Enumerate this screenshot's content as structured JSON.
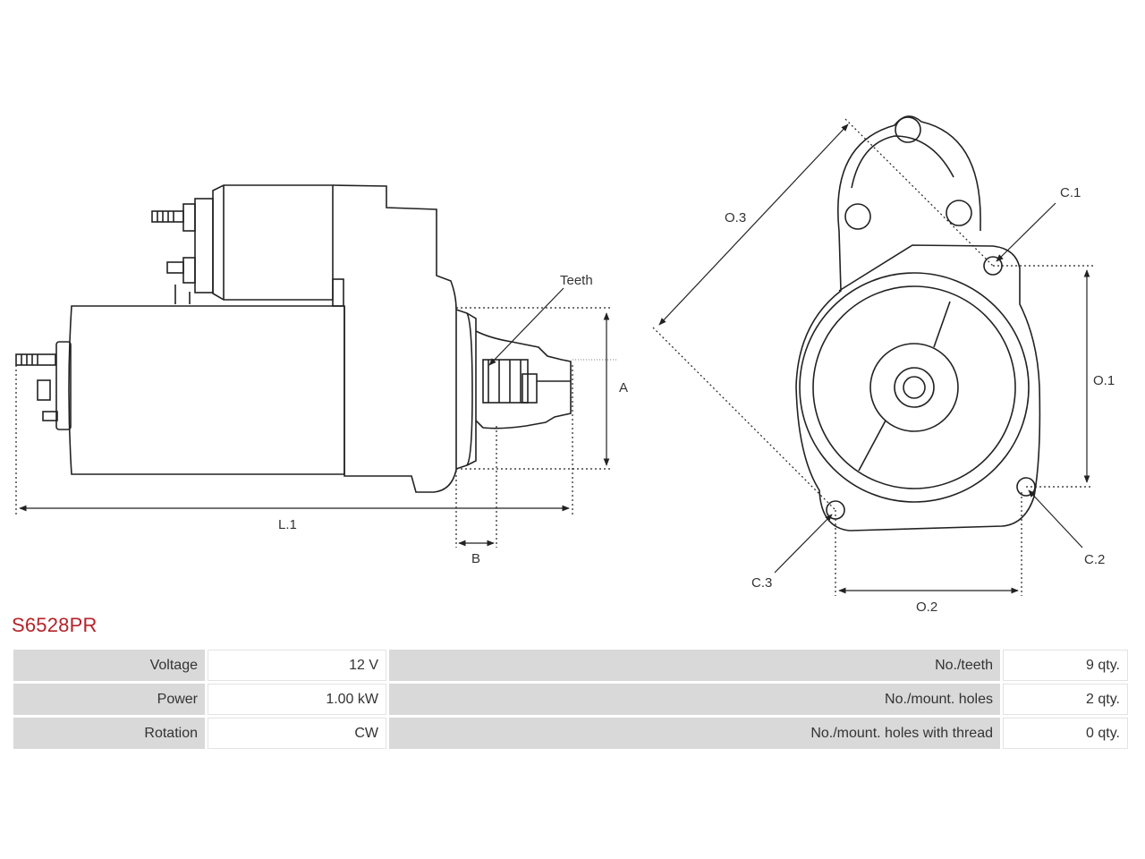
{
  "product": {
    "code": "S6528PR"
  },
  "diagram": {
    "labels": {
      "teeth": "Teeth",
      "a": "A",
      "b": "B",
      "l1": "L.1",
      "o1": "O.1",
      "o2": "O.2",
      "o3": "O.3",
      "c1": "C.1",
      "c2": "C.2",
      "c3": "C.3"
    }
  },
  "specs": [
    {
      "label": "Voltage",
      "value": "12 V",
      "label2": "No./teeth",
      "value2": "9 qty."
    },
    {
      "label": "Power",
      "value": "1.00 kW",
      "label2": "No./mount. holes",
      "value2": "2 qty."
    },
    {
      "label": "Rotation",
      "value": "CW",
      "label2": "No./mount. holes with thread",
      "value2": "0 qty."
    }
  ],
  "colors": {
    "part_code": "#b5232a",
    "label_cell": "#d9d9d9",
    "line": "#222222"
  }
}
